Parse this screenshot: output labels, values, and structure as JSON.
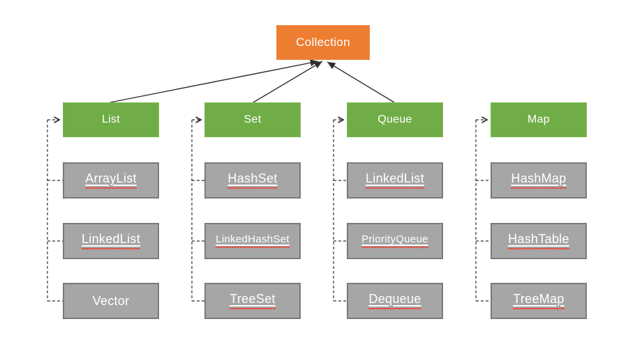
{
  "root": {
    "label": "Collection"
  },
  "columns": [
    {
      "header": "List",
      "solid_arrow_to_root": true,
      "items": [
        {
          "label": "ArrayList",
          "decoration": "u"
        },
        {
          "label": "LinkedList",
          "decoration": "u"
        },
        {
          "label": "Vector",
          "decoration": ""
        }
      ]
    },
    {
      "header": "Set",
      "solid_arrow_to_root": true,
      "items": [
        {
          "label": "HashSet",
          "decoration": "u"
        },
        {
          "label": "LinkedHashSet",
          "decoration": "u small"
        },
        {
          "label": "TreeSet",
          "decoration": "u"
        }
      ]
    },
    {
      "header": "Queue",
      "solid_arrow_to_root": true,
      "items": [
        {
          "label": "LinkedList",
          "decoration": "u"
        },
        {
          "label": "PriorityQueue",
          "decoration": "u small"
        },
        {
          "label": "Dequeue",
          "decoration": "u"
        }
      ]
    },
    {
      "header": "Map",
      "solid_arrow_to_root": false,
      "items": [
        {
          "label": "HashMap",
          "decoration": "u"
        },
        {
          "label": "HashTable",
          "decoration": "u"
        },
        {
          "label": "TreeMap",
          "decoration": "u"
        }
      ]
    }
  ],
  "colors": {
    "root_fill": "#ED7D31",
    "root_border": "#EF8B45",
    "header_fill": "#70AD47",
    "header_border": "#81BA59",
    "item_fill": "#A6A6A6",
    "item_border": "#7A7A7A",
    "text": "#FFFFFF",
    "connector": "#2E2E2E",
    "squiggle": "#E8493C",
    "background": "#FFFFFF"
  }
}
